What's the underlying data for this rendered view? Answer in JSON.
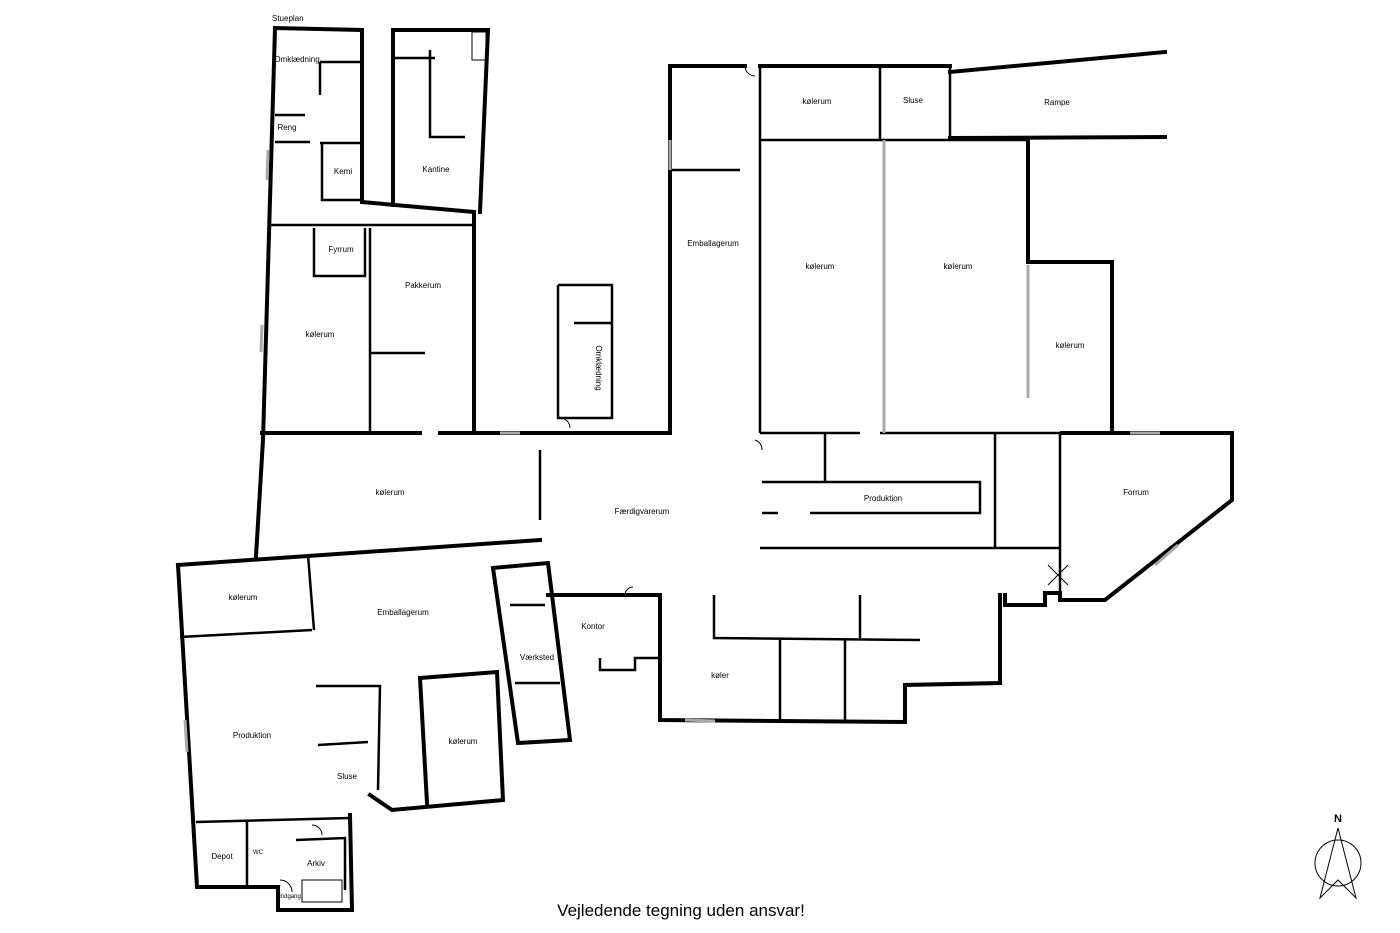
{
  "plan_title": "Stueplan",
  "rooms": {
    "omklaedning_1": "Omklædning",
    "reng": "Reng",
    "kemi": "Kemi",
    "kantine": "Kantine",
    "fyrrum": "Fyrrum",
    "pakkerum": "Pakkerum",
    "kolerum_west": "kølerum",
    "omklaedning_2": "Omklædning",
    "emballagerum_north": "Emballagerum",
    "kolerum_top": "kølerum",
    "sluse_top": "Sluse",
    "rampe": "Rampe",
    "kolerum_center1": "kølerum",
    "kolerum_center2": "kølerum",
    "kolerum_east": "kølerum",
    "kolerum_corridor": "kølerum",
    "faerdigvarerum": "Færdigvarerum",
    "produktion_center": "Produktion",
    "forrum": "Forrum",
    "kolerum_sw": "kølerum",
    "emballagerum_south": "Emballagerum",
    "kontor": "Kontor",
    "vaerksted": "Værksted",
    "koler": "køler",
    "produktion_sw": "Produktion",
    "kolerum_south": "kølerum",
    "sluse_south": "Sluse",
    "depot": "Depot",
    "wc": "WC",
    "arkiv": "Arkiv",
    "indgang": "Indgang"
  },
  "footer": "Vejledende tegning uden ansvar!",
  "compass": "N"
}
